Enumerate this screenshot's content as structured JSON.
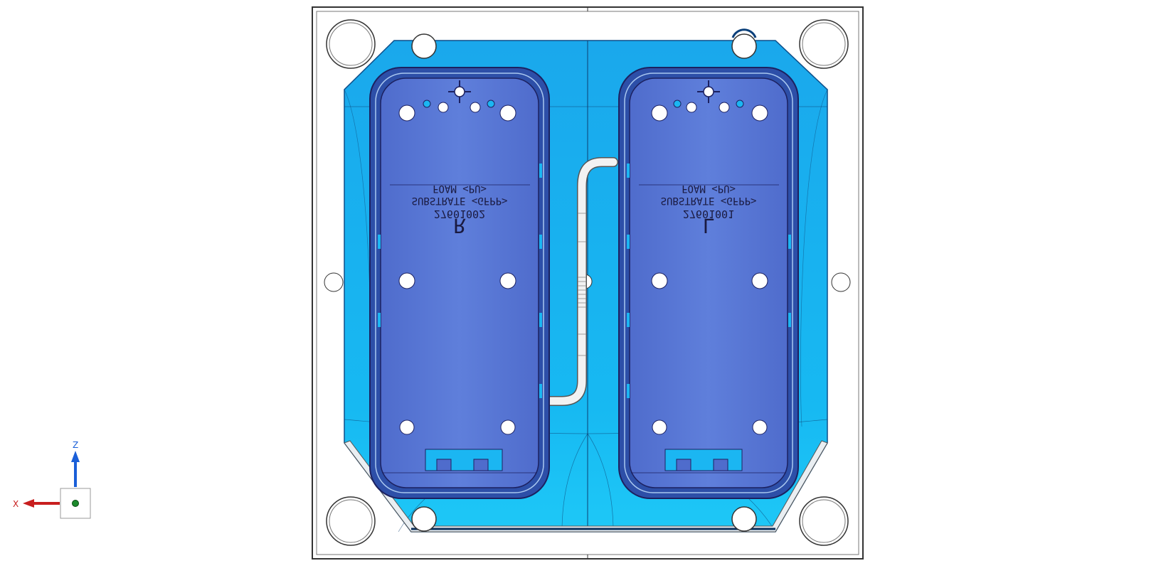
{
  "view": {
    "background": "#ffffff",
    "plate_fill": "#ffffff",
    "plate_stroke": "#333333",
    "cavity_color": "#1bb0ef",
    "cavity_dark": "#1b8fd6",
    "pocket_color": "#5c7bd6",
    "pocket_edge": "#2a2f7a",
    "runner_color": "#eeeeee"
  },
  "cavities": [
    {
      "side_letter": "R",
      "part_number": "27601002",
      "line1": "SUBSTRATE <GFPP>",
      "line2": "FOAM <PU>"
    },
    {
      "side_letter": "L",
      "part_number": "27601001",
      "line1": "SUBSTRATE <GFPP>",
      "line2": "FOAM <PU>"
    }
  ],
  "axis_triad": {
    "z_label": "Z",
    "x_label": "X",
    "z_color": "#1a5fd8",
    "x_color": "#c81e1e",
    "origin_color": "#1c8a2c"
  }
}
